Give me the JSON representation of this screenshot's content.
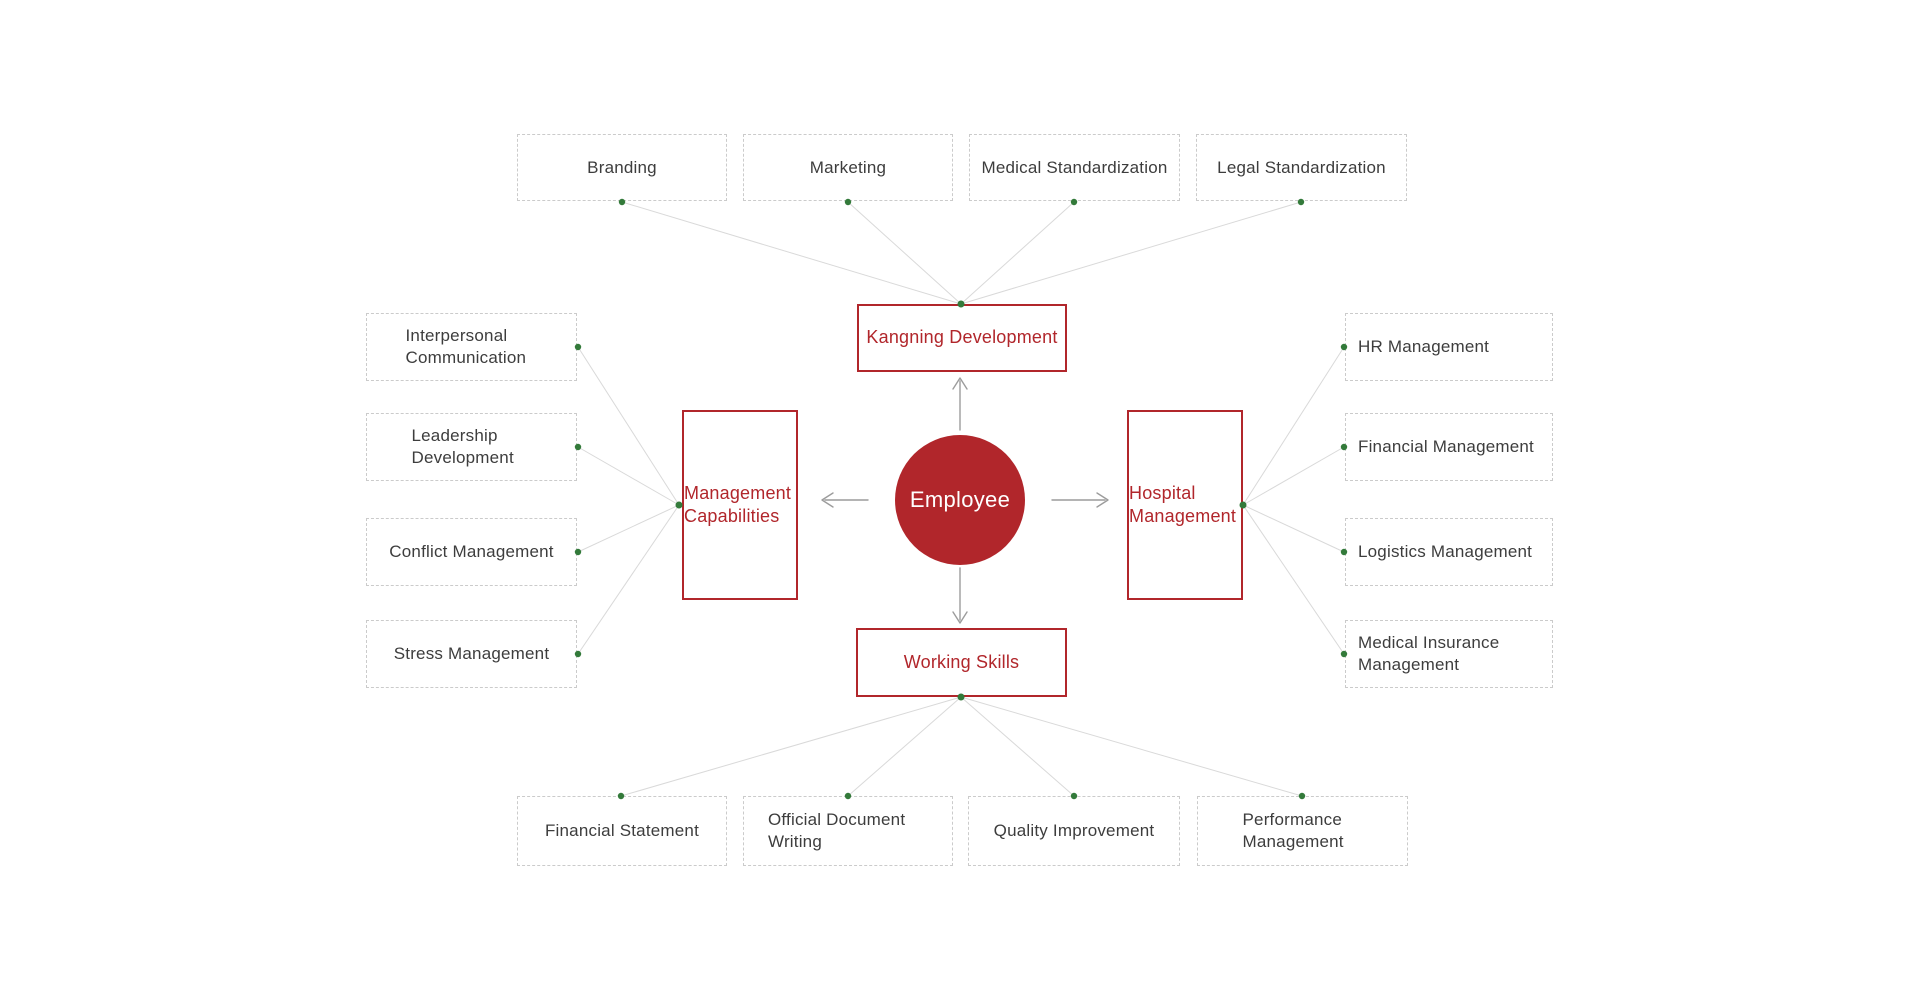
{
  "center": {
    "label": "Employee"
  },
  "branches": {
    "top": {
      "label": "Kangning Development",
      "children": [
        "Branding",
        "Marketing",
        "Medical Standardization",
        "Legal Standardization"
      ]
    },
    "left": {
      "label": "Management Capabilities",
      "children": [
        "Interpersonal Communication",
        "Leadership Development",
        "Conflict Management",
        "Stress Management"
      ]
    },
    "right": {
      "label": "Hospital Management",
      "children": [
        "HR Management",
        "Financial Management",
        "Logistics Management",
        "Medical Insurance Management"
      ]
    },
    "bottom": {
      "label": "Working Skills",
      "children": [
        "Financial Statement",
        "Official Document Writing",
        "Quality Improvement",
        "Performance Management"
      ]
    }
  },
  "colors": {
    "accent_red": "#b1262b",
    "leaf_border_gray": "#cbcbcb",
    "connector_gray": "#d9d9d9",
    "arrow_gray": "#9c9c9c",
    "dot_green": "#337a3a",
    "text_dark": "#3d3d3d",
    "background": "#ffffff"
  }
}
